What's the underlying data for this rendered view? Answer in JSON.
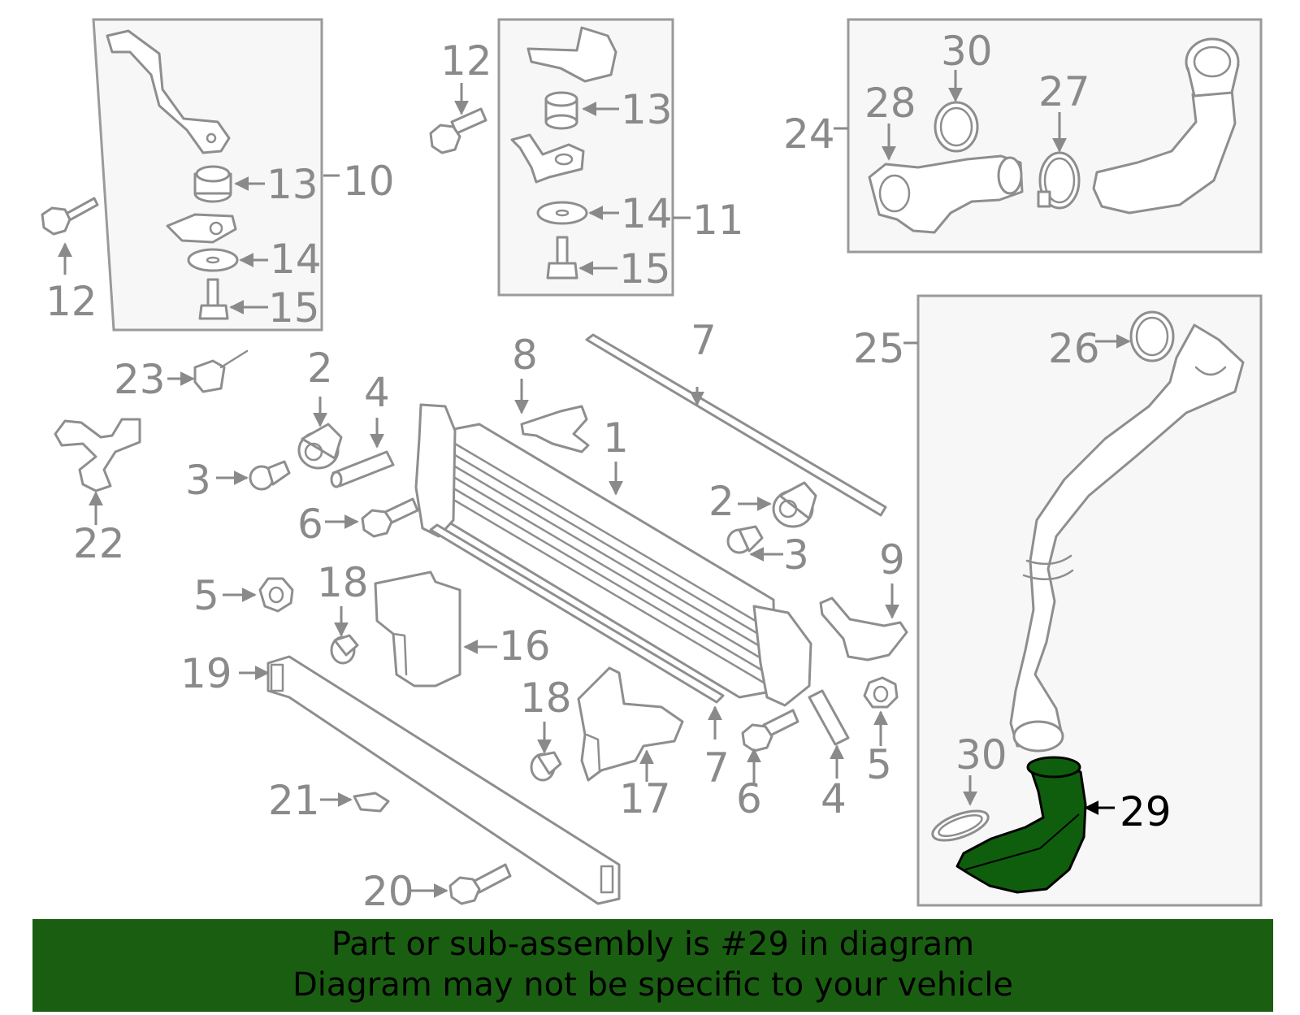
{
  "highlighted_part": "29",
  "colors": {
    "highlight": "#0f5e0d",
    "caption_background": "#1a5e12",
    "parts_stroke": "#8e8e8e",
    "callout_text": "#8a8a8a"
  },
  "callouts": {
    "c1": "1",
    "c2a": "2",
    "c2b": "2",
    "c3a": "3",
    "c3b": "3",
    "c4a": "4",
    "c4b": "4",
    "c5a": "5",
    "c5b": "5",
    "c6a": "6",
    "c6b": "6",
    "c7a": "7",
    "c7b": "7",
    "c8": "8",
    "c9": "9",
    "c10": "10",
    "c11": "11",
    "c12a": "12",
    "c12b": "12",
    "c13a": "13",
    "c13b": "13",
    "c14a": "14",
    "c14b": "14",
    "c15a": "15",
    "c15b": "15",
    "c16": "16",
    "c17": "17",
    "c18a": "18",
    "c18b": "18",
    "c19": "19",
    "c20": "20",
    "c21": "21",
    "c22": "22",
    "c23": "23",
    "c24": "24",
    "c25": "25",
    "c26": "26",
    "c27": "27",
    "c28": "28",
    "c29": "29",
    "c30a": "30",
    "c30b": "30"
  },
  "caption": {
    "line1": "Part or sub-assembly is #29 in diagram",
    "line2": "Diagram may not be specific to your vehicle"
  }
}
